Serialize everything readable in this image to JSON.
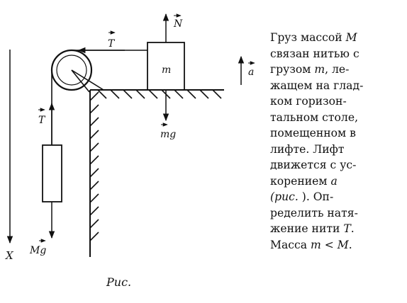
{
  "figure": {
    "labels": {
      "x_axis": "X",
      "force_N": "N",
      "force_T_top": "T",
      "force_T_left": "T",
      "mass_small": "m",
      "weight_small": "mg",
      "weight_big": "Mg",
      "accel": "a"
    },
    "caption": "Рис."
  },
  "problem": {
    "lines": [
      {
        "parts": [
          {
            "t": "Груз массой "
          },
          {
            "t": "M",
            "i": true
          }
        ]
      },
      {
        "parts": [
          {
            "t": "связан нитью с"
          }
        ]
      },
      {
        "parts": [
          {
            "t": "грузом "
          },
          {
            "t": "m",
            "i": true
          },
          {
            "t": ", ле-"
          }
        ]
      },
      {
        "parts": [
          {
            "t": "жащем на глад-"
          }
        ]
      },
      {
        "parts": [
          {
            "t": "ком  горизон-"
          }
        ]
      },
      {
        "parts": [
          {
            "t": "тальном столе,"
          }
        ]
      },
      {
        "parts": [
          {
            "t": "помещенном в"
          }
        ]
      },
      {
        "parts": [
          {
            "t": "лифте. Лифт"
          }
        ]
      },
      {
        "parts": [
          {
            "t": "движется с ус-"
          }
        ]
      },
      {
        "parts": [
          {
            "t": "корением     "
          },
          {
            "t": "a",
            "i": true
          }
        ]
      },
      {
        "parts": [
          {
            "t": "(рис.       ",
            "i": true
          },
          {
            "t": "). Оп-"
          }
        ]
      },
      {
        "parts": [
          {
            "t": "ределить натя-"
          }
        ]
      },
      {
        "parts": [
          {
            "t": "жение нити "
          },
          {
            "t": "T",
            "i": true
          },
          {
            "t": "."
          }
        ]
      },
      {
        "parts": [
          {
            "t": "Масса "
          },
          {
            "t": "m",
            "i": true
          },
          {
            "t": " < "
          },
          {
            "t": "M",
            "i": true
          },
          {
            "t": "."
          }
        ]
      }
    ]
  }
}
